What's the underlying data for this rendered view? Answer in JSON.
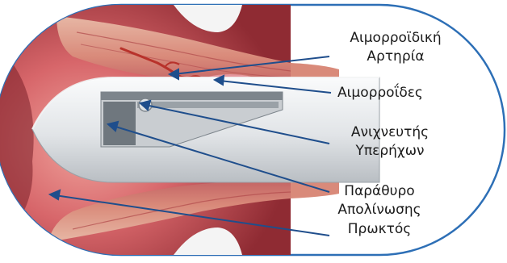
{
  "labels": {
    "hemorrhoidal_artery_line1": "Αιμορροϊδική",
    "hemorrhoidal_artery_line2": "Αρτηρία",
    "hemorrhoids": "Αιμορροΐδες",
    "doppler_line1": "Ανιχνευτής",
    "doppler_line2": "Υπερήχων",
    "ligation_window_line1": "Παράθυρο",
    "ligation_window_line2": "Απολίνωσης",
    "rectum": "Πρωκτός"
  },
  "colors": {
    "frame_stroke": "#2d6fb6",
    "leader_line": "#1f4e8c",
    "tissue": "#c9585e",
    "tissue_dark": "#8e2b33",
    "muscle": "#d98a7a",
    "probe_body": "#e6e8ea",
    "probe_shadow": "#aeb3b8",
    "window": "#6f777e",
    "artery": "#b8322b"
  }
}
